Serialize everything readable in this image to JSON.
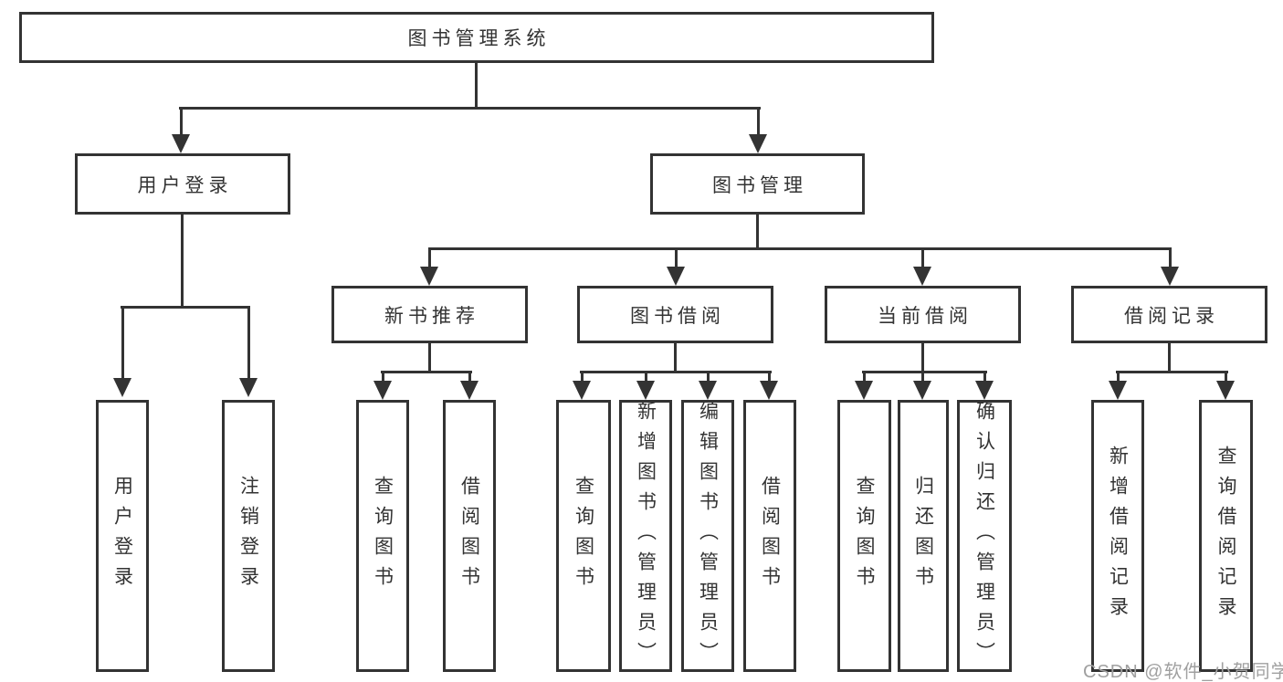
{
  "diagram": {
    "title": "图书管理系统",
    "tree": {
      "root": {
        "label": "图书管理系统"
      },
      "branches": [
        {
          "label": "用户登录",
          "children": [
            {
              "label": "用户登录"
            },
            {
              "label": "注销登录"
            }
          ]
        },
        {
          "label": "图书管理",
          "children": [
            {
              "label": "新书推荐",
              "children": [
                {
                  "label": "查询图书"
                },
                {
                  "label": "借阅图书"
                }
              ]
            },
            {
              "label": "图书借阅",
              "children": [
                {
                  "label": "查询图书"
                },
                {
                  "label": "新增图书（管理员）"
                },
                {
                  "label": "编辑图书（管理员）"
                },
                {
                  "label": "借阅图书"
                }
              ]
            },
            {
              "label": "当前借阅",
              "children": [
                {
                  "label": "查询图书"
                },
                {
                  "label": "归还图书"
                },
                {
                  "label": "确认归还（管理员）"
                }
              ]
            },
            {
              "label": "借阅记录",
              "children": [
                {
                  "label": "新增借阅记录"
                },
                {
                  "label": "查询借阅记录"
                }
              ]
            }
          ]
        }
      ]
    },
    "watermark": {
      "text": "CSDN @软件_小贺同学"
    },
    "colors": {
      "line": "#333333",
      "text": "#333333",
      "watermark_text": "#a0a0a0",
      "background": "#ffffff"
    }
  }
}
